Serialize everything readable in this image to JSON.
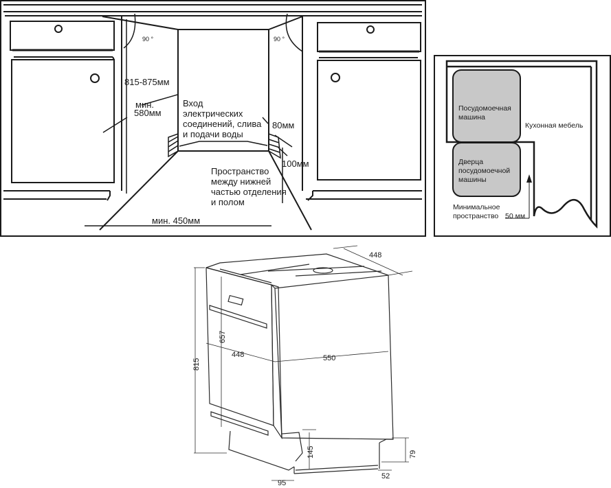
{
  "panel_front": {
    "angle_left": "90 °",
    "angle_right": "90 °",
    "height_range": "815-875мм",
    "min_width_line1": "мин.",
    "min_width_line2": "580мм",
    "inlet_line1": "Вход",
    "inlet_line2": "электрических",
    "inlet_line3": "соединений, слива",
    "inlet_line4": "и подачи воды",
    "dim_80": "80мм",
    "dim_100": "100мм",
    "gap_line1": "Пространство",
    "gap_line2": "между нижней",
    "gap_line3": "частью отделения",
    "gap_line4": "и полом",
    "min_depth": "мин. 450мм"
  },
  "panel_top": {
    "dishwasher_line1": "Посудомоечная",
    "dishwasher_line2": "машина",
    "furniture": "Кухонная мебель",
    "door_line1": "Дверца",
    "door_line2": "посудомоечной",
    "door_line3": "машины",
    "clearance_line1": "Минимальное",
    "clearance_line2": "пространство",
    "clearance_value": "50 мм",
    "fill_color": "#c8c8c8"
  },
  "panel_iso": {
    "depth_top": "448",
    "height_total": "815",
    "height_door": "657",
    "width_front": "448",
    "depth_side": "550",
    "plinth_height": "145",
    "plinth_depth": "95",
    "back_foot_height": "79",
    "back_foot_depth": "52"
  }
}
